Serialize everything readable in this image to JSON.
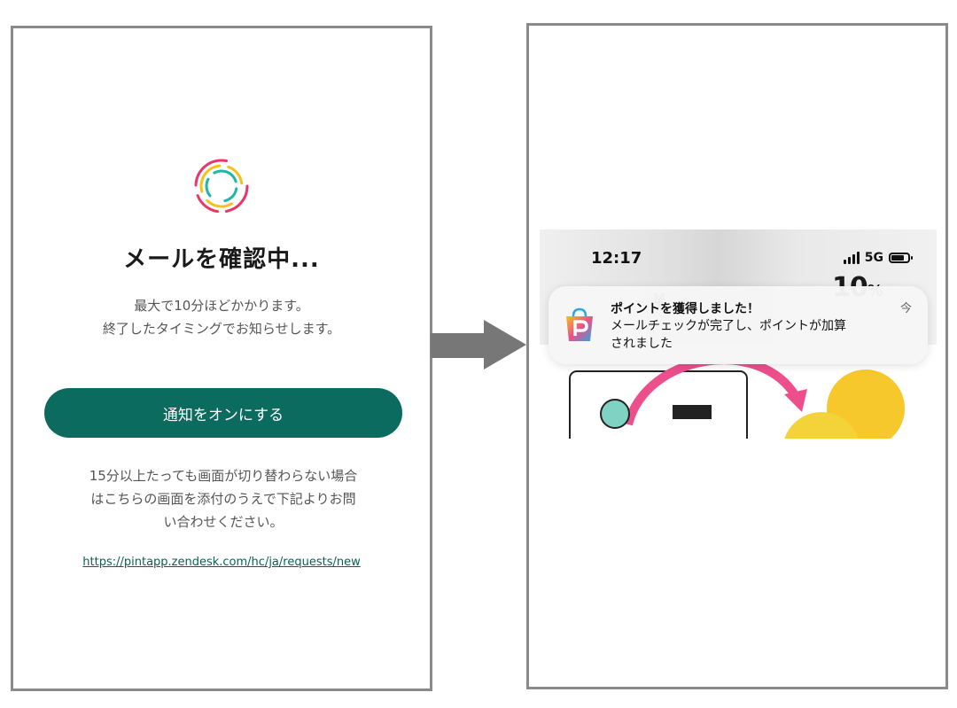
{
  "left": {
    "title": "メールを確認中...",
    "subtitle_line1": "最大で10分ほどかかります。",
    "subtitle_line2": "終了したタイミングでお知らせします。",
    "button_label": "通知をオンにする",
    "note_line1": "15分以上たっても画面が切り替わらない場合",
    "note_line2": "はこちらの画面を添付のうえで下記よりお問",
    "note_line3": "い合わせください。",
    "help_link": "https://pintapp.zendesk.com/hc/ja/requests/new",
    "accent_color": "#0c6b5f"
  },
  "right": {
    "status_time": "12:17",
    "network": "5G",
    "notification": {
      "title": "ポイントを獲得しました！",
      "body_line1": "メールチェックが完了し、ポイントが加算",
      "body_line2": "されました",
      "time": "今",
      "app_icon": "pint-app-icon"
    },
    "promo": {
      "currency_symbol": "¥",
      "percent_value": "10",
      "percent_sign": "%"
    }
  },
  "icons": {
    "loading": "loading-spinner-icon",
    "arrow": "right-arrow-icon"
  }
}
